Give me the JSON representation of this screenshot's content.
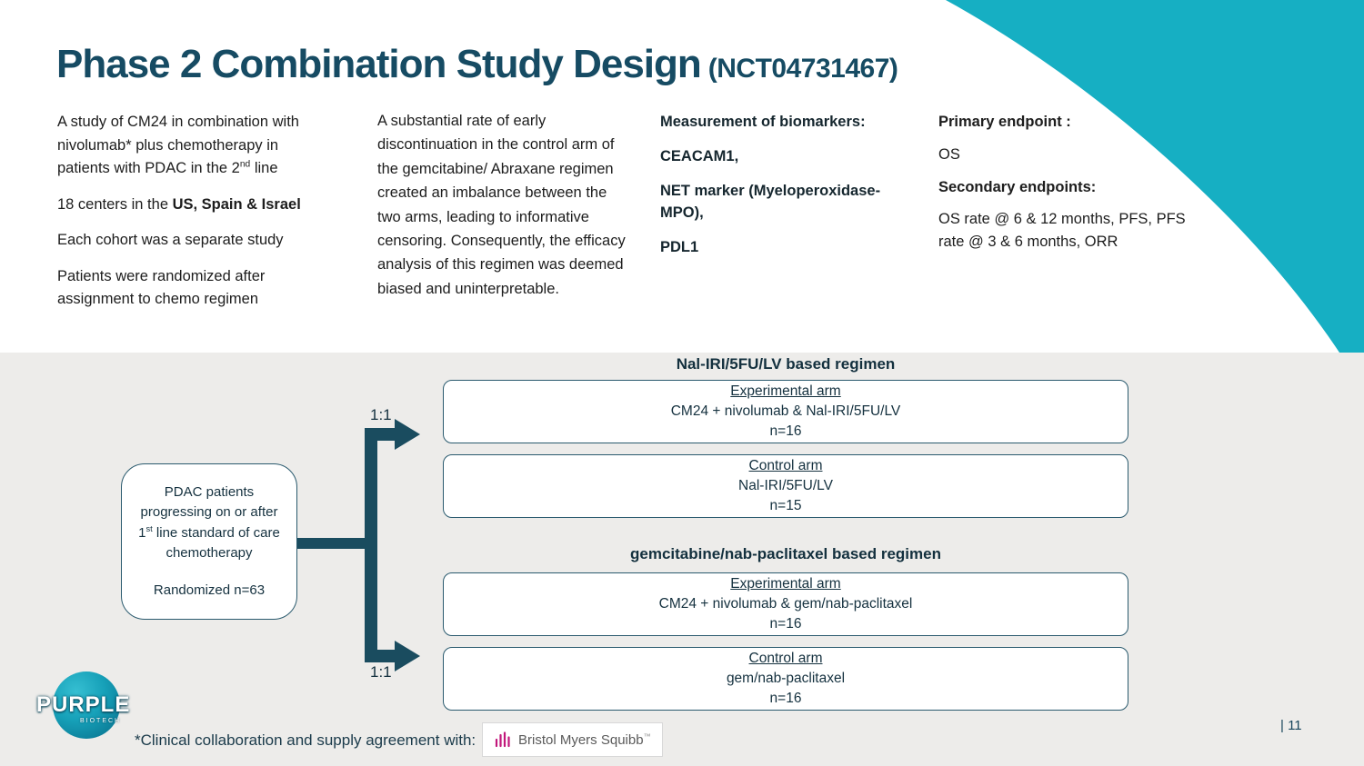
{
  "slide": {
    "title": "Phase 2 Combination Study Design",
    "nct": "(NCT04731467)",
    "page_number": "| 11"
  },
  "overview": {
    "p1_a": "A study of CM24 in combination with nivolumab* plus chemotherapy in patients with PDAC in the 2",
    "p1_sup": "nd",
    "p1_b": " line",
    "p2_a": "18 centers in the ",
    "p2_b": "US, Spain & Israel",
    "p3": "Each cohort was a separate study",
    "p4": "Patients were randomized after assignment to chemo regimen"
  },
  "censoring_note": "A substantial rate of early discontinuation in the control arm of the gemcitabine/ Abraxane regimen created an imbalance between the two arms, leading to informative censoring. Consequently, the efficacy analysis of this regimen was deemed biased and uninterpretable.",
  "biomarkers": {
    "heading": "Measurement of biomarkers:",
    "items": [
      "CEACAM1,",
      "NET marker (Myeloperoxidase-MPO),",
      "PDL1"
    ]
  },
  "endpoints": {
    "primary_label": "Primary endpoint :",
    "primary_value": "OS",
    "secondary_label": "Secondary endpoints:",
    "secondary_value": "OS rate @ 6 & 12 months, PFS, PFS rate @ 3 & 6 months, ORR"
  },
  "diagram": {
    "patient_box": {
      "line1_a": "PDAC patients progressing on or after 1",
      "line1_sup": "st",
      "line1_b": " line standard of care chemotherapy",
      "line2": "Randomized n=63"
    },
    "ratio_top": "1:1",
    "ratio_bottom": "1:1",
    "regimen1": {
      "title": "Nal-IRI/5FU/LV based regimen",
      "experimental": {
        "label": "Experimental arm",
        "treatment": "CM24 + nivolumab & Nal-IRI/5FU/LV",
        "n": "n=16"
      },
      "control": {
        "label": "Control arm",
        "treatment": "Nal-IRI/5FU/LV",
        "n": "n=15"
      }
    },
    "regimen2": {
      "title": "gemcitabine/nab-paclitaxel based regimen",
      "experimental": {
        "label": "Experimental arm",
        "treatment": "CM24 + nivolumab & gem/nab-paclitaxel",
        "n": "n=16"
      },
      "control": {
        "label": "Control arm",
        "treatment": "gem/nab-paclitaxel",
        "n": "n=16"
      }
    }
  },
  "footer": {
    "footnote": "*Clinical collaboration and supply agreement with:",
    "bms_logo_text": "Bristol Myers Squibb",
    "bms_tm": "™",
    "purple_logo_text": "PURPLE",
    "purple_logo_subtext": "BIOTECH"
  },
  "colors": {
    "accent_teal": "#16AFC3",
    "dark_teal": "#164B63",
    "arrow": "#1A4C5F",
    "box_border": "#2A5A6E",
    "band_gray": "#EDECEA",
    "bms_magenta": "#C2187B"
  }
}
